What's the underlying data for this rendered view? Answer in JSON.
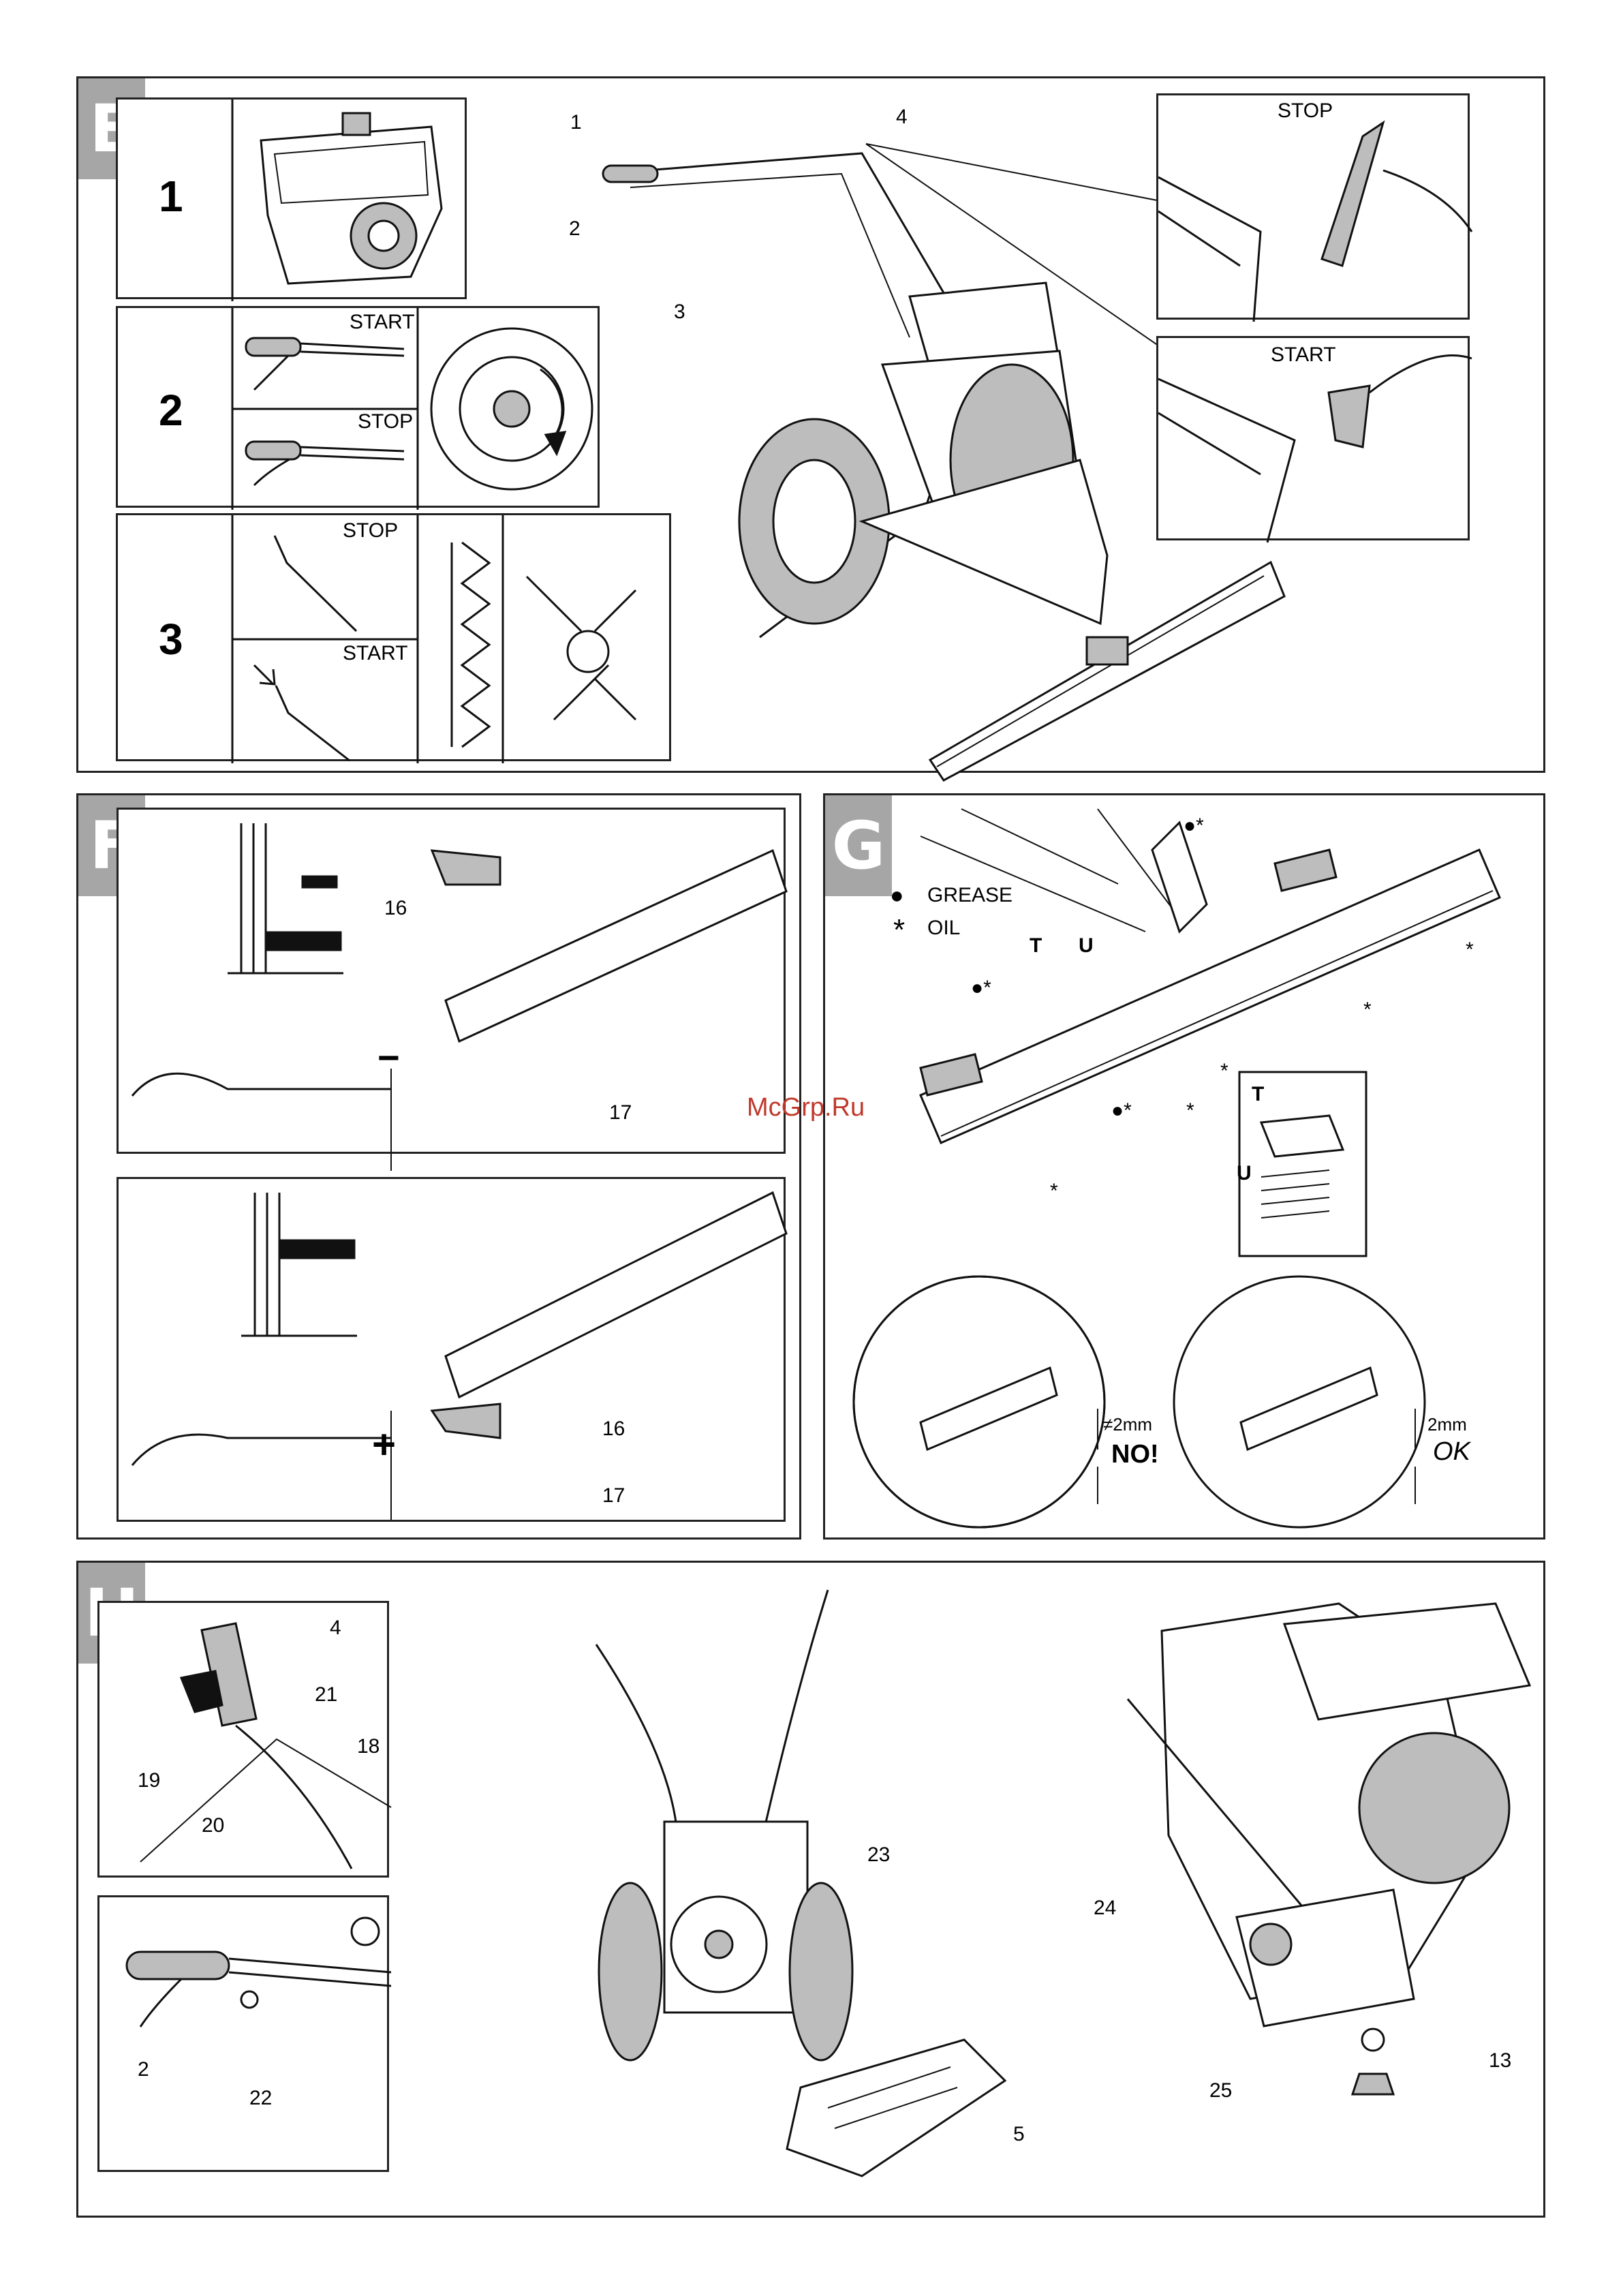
{
  "sections": {
    "E": {
      "tab": "E",
      "step1": "1",
      "step2": "2",
      "step3": "3",
      "step2_top": "START",
      "step2_bottom": "STOP",
      "step3_top": "STOP",
      "step3_bottom": "START",
      "callouts": [
        "1",
        "4",
        "2",
        "3"
      ],
      "inset_top": "STOP",
      "inset_bottom": "START"
    },
    "F": {
      "tab": "F",
      "minus_sign": "−",
      "plus_sign": "+",
      "callouts_top": [
        "16",
        "17"
      ],
      "callouts_bottom": [
        "16",
        "17"
      ]
    },
    "G": {
      "tab": "G",
      "legend_grease_symbol": "●",
      "legend_grease": "GREASE",
      "legend_oil_symbol": "*",
      "legend_oil": "OIL",
      "letters": [
        "T",
        "U",
        "T",
        "U"
      ],
      "marks": [
        "●*",
        "●*",
        "●*",
        "*",
        "*",
        "*",
        "*",
        "*"
      ],
      "left_gap": "≠2mm",
      "left_verdict": "NO!",
      "right_gap": "2mm",
      "right_verdict": "OK"
    },
    "H": {
      "tab": "H",
      "callouts_left_top": [
        "4",
        "21",
        "18",
        "19",
        "20"
      ],
      "callouts_left_bottom": [
        "2",
        "22"
      ],
      "callouts_center": [
        "23",
        "5"
      ],
      "callouts_right": [
        "24",
        "13",
        "25"
      ]
    }
  },
  "watermark": "McGrp.Ru"
}
